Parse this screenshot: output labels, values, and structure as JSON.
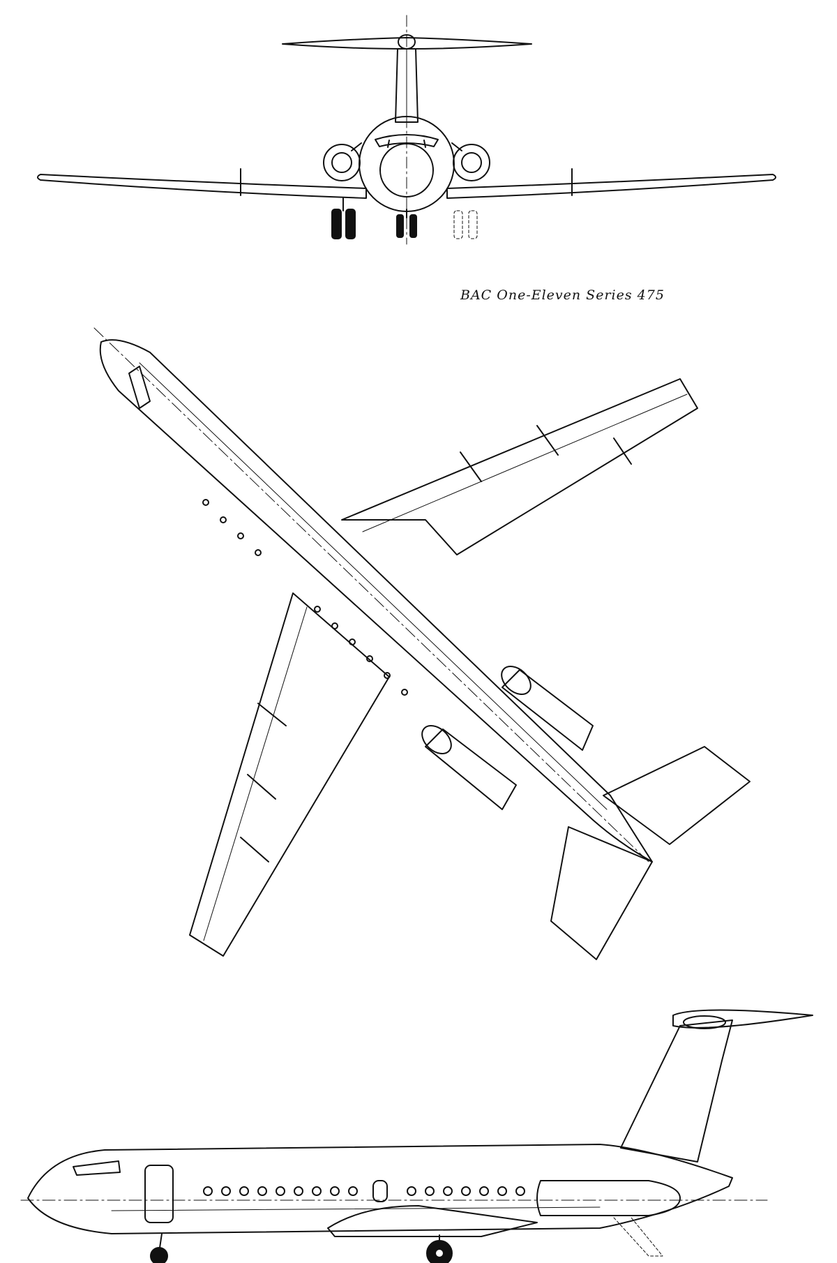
{
  "caption": "BAC One-Eleven Series 475",
  "colors": {
    "ink": "#111111",
    "paper": "#ffffff"
  },
  "views": [
    "front-view",
    "plan-view",
    "side-view"
  ]
}
